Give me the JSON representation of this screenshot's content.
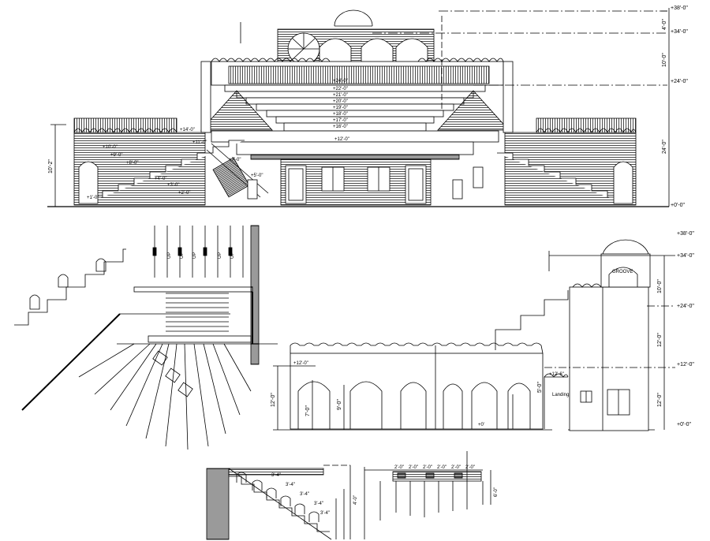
{
  "elevation": {
    "levels": {
      "l38": "+38'-0\"",
      "l34": "+34'-0\"",
      "l24": "+24'-0\"",
      "l24b": "+24'-0\"",
      "l22": "+22'-0\"",
      "l21": "+21'-0\"",
      "l20": "+20'-0\"",
      "l19": "+19'-0\"",
      "l18": "+18'-0\"",
      "l17": "+17'-0\"",
      "l16": "+16'-0\"",
      "l14": "+14'-0\"",
      "l12": "+12'-0\"",
      "l11": "+11'-0\"",
      "l10": "+10'-0\"",
      "l9": "+9'-0\"",
      "l8": "+8'-0\"",
      "l7": "+7'-0\"",
      "l5": "+5'-0\"",
      "l4": "+4'-0\"",
      "l3": "+3'-0\"",
      "l2": "+2'-0\"",
      "l1": "+1'-0\"",
      "l0": "+0'-0\""
    },
    "dims": {
      "d4": "4'-0\"",
      "d10": "10'-0\"",
      "d24": "24'-0\"",
      "left": "10'-2\""
    }
  },
  "stair_plan": {
    "labels": [
      "UP",
      "UP",
      "UP",
      "UP",
      "UP"
    ]
  },
  "side_elevation": {
    "groove_label": "GROOVE",
    "landing_label": "Landing",
    "levels": {
      "l38": "+38'-0\"",
      "l34": "+34'-0\"",
      "l24": "+24'-0\"",
      "l12": "+12'-0\"",
      "l0": "+0'-0\"",
      "l12a": "+12'-0\"",
      "l12b": "+12'-6\"",
      "l0a": "+0'"
    },
    "dims": {
      "d10": "10'-0\"",
      "d12a": "12'-0\"",
      "d12b": "12'-0\"",
      "d12c": "12'-0\"",
      "d7": "7'-0\"",
      "d9": "9'-0\"",
      "d5": "5'-0\""
    }
  },
  "details": {
    "step_labels": [
      "3'-4\"",
      "3'-4\"",
      "3'-4\"",
      "3'-4\"",
      "3'-4\""
    ],
    "right_labels": [
      "2'-0\"",
      "2'-0\"",
      "2'-0\"",
      "2'-0\"",
      "2'-0\"",
      "2'-0\""
    ],
    "left_dim": "4'-0\"",
    "right_dim": "6'-0\""
  }
}
